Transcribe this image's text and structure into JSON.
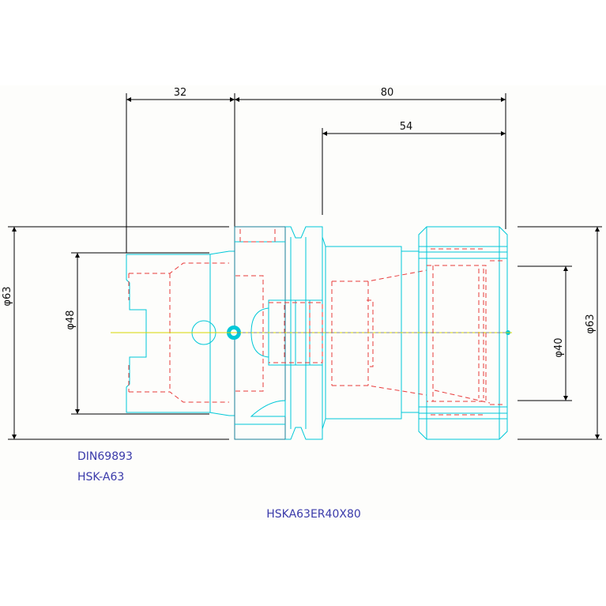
{
  "drawing": {
    "dimensions": {
      "d32": "32",
      "d80": "80",
      "d54": "54",
      "dia63_left": "φ63",
      "dia48": "φ48",
      "dia40": "φ40",
      "dia63_right": "φ63"
    },
    "labels": {
      "standard": "DIN69893",
      "interface": "HSK-A63",
      "part_number": "HSKA63ER40X80"
    },
    "colors": {
      "outline": "#00c8d8",
      "hidden_lines": "#e83a3a",
      "center_line": "#d8d800",
      "label_text": "#3a3aaa"
    }
  }
}
